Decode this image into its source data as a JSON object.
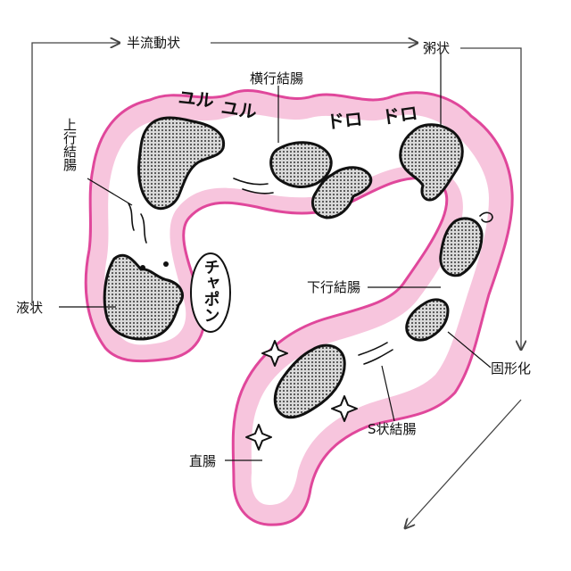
{
  "labels": {
    "hanryudou": "半流動状",
    "kayu": "粥状",
    "ekijou": "液状",
    "koukeika": "固形化",
    "jouko": "上行結腸",
    "oukou": "横行結腸",
    "kakou": "下行結腸",
    "sjou": "S状結腸",
    "chokuchou": "直腸"
  },
  "sound_effects": {
    "yuru1": "ユル",
    "yuru2": "ユル",
    "doro1": "ドロ",
    "doro2": "ドロ",
    "chapon": "チャポン"
  },
  "colors": {
    "colon_outer": "#f7c5dd",
    "colon_stroke": "#e0479b",
    "colon_inner": "#ffffff",
    "stool_fill": "#bdbdbd",
    "outline": "#111111",
    "arrow": "#444444"
  }
}
